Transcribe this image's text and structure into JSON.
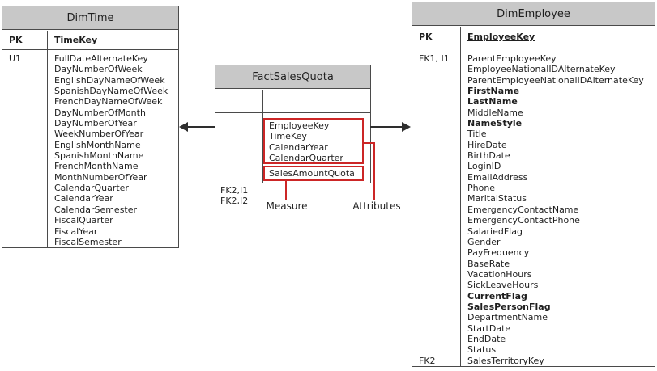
{
  "colors": {
    "header_fill": "#c8c8c8",
    "table_border": "#4a4a4a",
    "annotation_red": "#cc2626",
    "arrow_color": "#2e2e2e",
    "text_color": "#1f1f1f"
  },
  "dim_time": {
    "title": "DimTime",
    "pk": {
      "key": "PK",
      "field": "TimeKey"
    },
    "rows": [
      {
        "key": "U1",
        "name": "FullDateAlternateKey"
      },
      {
        "key": "",
        "name": "DayNumberOfWeek"
      },
      {
        "key": "",
        "name": "EnglishDayNameOfWeek"
      },
      {
        "key": "",
        "name": "SpanishDayNameOfWeek"
      },
      {
        "key": "",
        "name": "FrenchDayNameOfWeek"
      },
      {
        "key": "",
        "name": "DayNumberOfMonth"
      },
      {
        "key": "",
        "name": "DayNumberOfYear"
      },
      {
        "key": "",
        "name": "WeekNumberOfYear"
      },
      {
        "key": "",
        "name": "EnglishMonthName"
      },
      {
        "key": "",
        "name": "SpanishMonthName"
      },
      {
        "key": "",
        "name": "FrenchMonthName"
      },
      {
        "key": "",
        "name": "MonthNumberOfYear"
      },
      {
        "key": "",
        "name": "CalendarQuarter"
      },
      {
        "key": "",
        "name": "CalendarYear"
      },
      {
        "key": "",
        "name": "CalendarSemester"
      },
      {
        "key": "",
        "name": "FiscalQuarter"
      },
      {
        "key": "",
        "name": "FiscalYear"
      },
      {
        "key": "",
        "name": "FiscalSemester"
      }
    ]
  },
  "fact_sales_quota": {
    "title": "FactSalesQuota",
    "keys": [
      "FK2,I1",
      "FK2,I2"
    ],
    "attribute_rows": [
      {
        "name": "EmployeeKey"
      },
      {
        "name": "TimeKey"
      },
      {
        "name": "CalendarYear"
      },
      {
        "name": "CalendarQuarter"
      }
    ],
    "measure_rows": [
      {
        "name": "SalesAmountQuota"
      }
    ]
  },
  "dim_employee": {
    "title": "DimEmployee",
    "pk": {
      "key": "PK",
      "field": "EmployeeKey"
    },
    "rows": [
      {
        "key": "FK1, I1",
        "name": "ParentEmployeeKey"
      },
      {
        "key": "",
        "name": "EmployeeNationalIDAlternateKey"
      },
      {
        "key": "",
        "name": "ParentEmployeeNationalIDAlternateKey"
      },
      {
        "key": "",
        "name": "FirstName",
        "bold": true
      },
      {
        "key": "",
        "name": "LastName",
        "bold": true
      },
      {
        "key": "",
        "name": "MiddleName"
      },
      {
        "key": "",
        "name": "NameStyle",
        "bold": true
      },
      {
        "key": "",
        "name": "Title"
      },
      {
        "key": "",
        "name": "HireDate"
      },
      {
        "key": "",
        "name": "BirthDate"
      },
      {
        "key": "",
        "name": "LoginID"
      },
      {
        "key": "",
        "name": "EmailAddress"
      },
      {
        "key": "",
        "name": "Phone"
      },
      {
        "key": "",
        "name": "MaritalStatus"
      },
      {
        "key": "",
        "name": "EmergencyContactName"
      },
      {
        "key": "",
        "name": "EmergencyContactPhone"
      },
      {
        "key": "",
        "name": "SalariedFlag"
      },
      {
        "key": "",
        "name": "Gender"
      },
      {
        "key": "",
        "name": "PayFrequency"
      },
      {
        "key": "",
        "name": "BaseRate"
      },
      {
        "key": "",
        "name": "VacationHours"
      },
      {
        "key": "",
        "name": "SickLeaveHours"
      },
      {
        "key": "",
        "name": "CurrentFlag",
        "bold": true
      },
      {
        "key": "",
        "name": "SalesPersonFlag",
        "bold": true
      },
      {
        "key": "",
        "name": "DepartmentName"
      },
      {
        "key": "",
        "name": "StartDate"
      },
      {
        "key": "",
        "name": "EndDate"
      },
      {
        "key": "",
        "name": "Status"
      },
      {
        "key": "FK2",
        "name": "SalesTerritoryKey"
      }
    ]
  },
  "annotations": {
    "measure": "Measure",
    "attributes": "Attributes"
  }
}
